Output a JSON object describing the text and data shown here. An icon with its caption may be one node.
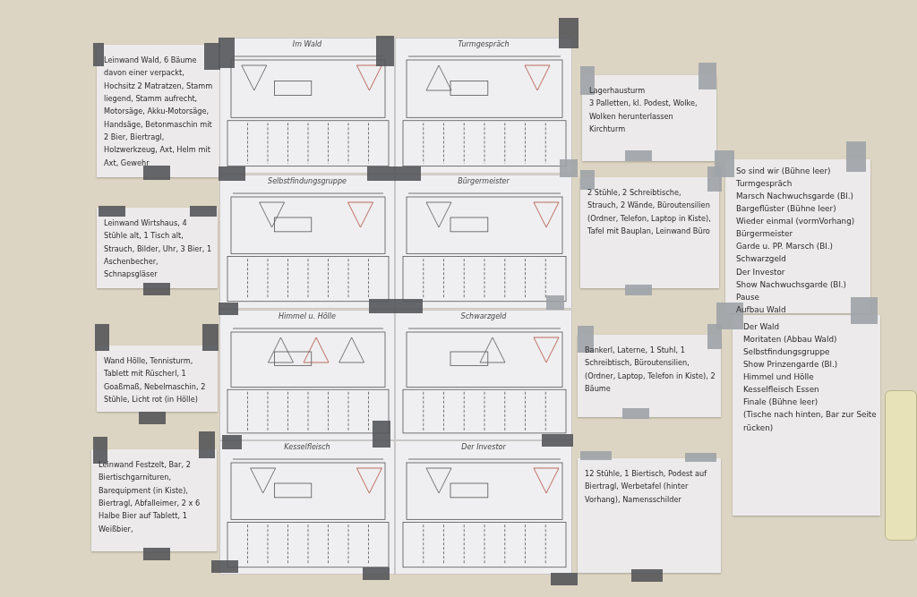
{
  "diagram": {
    "nodes": [
      {
        "text": [
          "Leinwand Wald, 6 Bäume davon einer verpackt, Hochsitz 2 Matratzen, Stamm liegend, Stamm aufrecht, Motorsäge, Akku-Motorsäge, Handsäge, Betonmaschin mit 2 Bier, Biertragl, Holzwerkzeug, Axt, Helm mit Axt, Gewehr"
        ]
      },
      {
        "text": [
          "Im Wald"
        ]
      },
      {
        "text": [
          "Turmgespräch"
        ]
      },
      {
        "text": [
          "Lagerhausturm",
          "3 Palletten, kl. Podest, Wolke, Wolken herunterlassen",
          "Kirchturm"
        ]
      },
      {
        "text": [
          "So sind wir (Bühne leer)",
          "Turmgespräch",
          "Marsch Nachwuchsgarde (Bl.)",
          "Bargeflüster (Bühne leer)",
          "Wieder einmal (vormVorhang)",
          "Bürgermeister",
          "Garde u. PP. Marsch (Bl.)",
          "Schwarzgeld",
          "Der Investor",
          "Show Nachwuchsgarde (Bl.)",
          "Pause",
          "Aufbau Wald"
        ]
      },
      {
        "text": [
          "Leinwand Wirtshaus, 4 Stühle alt, 1 Tisch alt, Strauch, Bilder, Uhr, 3 Bier, 1 Aschenbecher, Schnapsgläser"
        ]
      },
      {
        "text": [
          "Selbstfindungsgruppe"
        ]
      },
      {
        "text": [
          "Bürgermeister"
        ]
      },
      {
        "text": [
          "2 Stühle, 2 Schreibtische, Strauch, 2 Wände, Büroutensilien (Ordner, Telefon, Laptop in Kiste), Tafel mit Bauplan, Leinwand Büro"
        ]
      },
      {
        "text": [
          "Der Wald",
          "Moritaten (Abbau Wald)",
          "Selbstfindungsgruppe",
          "Show Prinzengarde (Bl.)",
          "Himmel und Hölle",
          "Kesselfleisch Essen",
          "Finale (Bühne leer)",
          "(Tische nach hinten, Bar zur Seite rücken)"
        ]
      },
      {
        "text": [
          "Wand Hölle, Tennisturm, Tablett mit Rüscherl, 1 Goaßmaß, Nebelmaschin, 2 Stühle, Licht rot (in Hölle)"
        ]
      },
      {
        "text": [
          "Himmel u. Hölle"
        ]
      },
      {
        "text": [
          "Schwarzgeld"
        ]
      },
      {
        "text": [
          "Bankerl, Laterne, 1 Stuhl, 1 Schreibtisch, Büroutensilien, (Ordner, Laptop, Telefon in Kiste), 2 Bäume"
        ]
      },
      {
        "text": [
          "Leinwand Festzelt, Bar, 2 Biertischgarnituren, Barequipment (in Kiste), Biertragl, Abfalleimer, 2 x 6 Halbe Bier auf Tablett, 1 Weißbier,"
        ]
      },
      {
        "text": [
          "Kesselfleisch"
        ]
      },
      {
        "text": [
          "Der Investor"
        ]
      },
      {
        "text": [
          "12 Stühle, 1 Biertisch, Podest auf Biertragl, Werbetafel (hinter Vorhang), Namensschilder"
        ]
      },
      {
        "text": [],
        "shape": "box"
      }
    ]
  }
}
